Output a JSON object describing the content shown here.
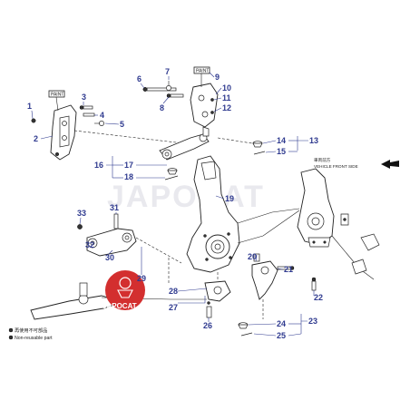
{
  "watermark": "JAPOCAT",
  "paint_label": "PAINT",
  "direction": {
    "label_cn": "車両前方",
    "label_en": "VEHICLE FRONT SIDE"
  },
  "legend": [
    {
      "symbol": "dot",
      "text": "再使用不可部品"
    },
    {
      "symbol": "dot",
      "text": "Non-reusable part"
    }
  ],
  "logo_text": "JAPOCAT",
  "colors": {
    "callout": "#2f3a8f",
    "logo": "#d32f2f"
  },
  "callouts": [
    "1",
    "2",
    "3",
    "4",
    "5",
    "6",
    "7",
    "8",
    "9",
    "10",
    "11",
    "12",
    "13",
    "14",
    "15",
    "16",
    "17",
    "18",
    "19",
    "20",
    "21",
    "22",
    "23",
    "24",
    "25",
    "26",
    "27",
    "28",
    "29",
    "30",
    "31",
    "32",
    "33"
  ]
}
